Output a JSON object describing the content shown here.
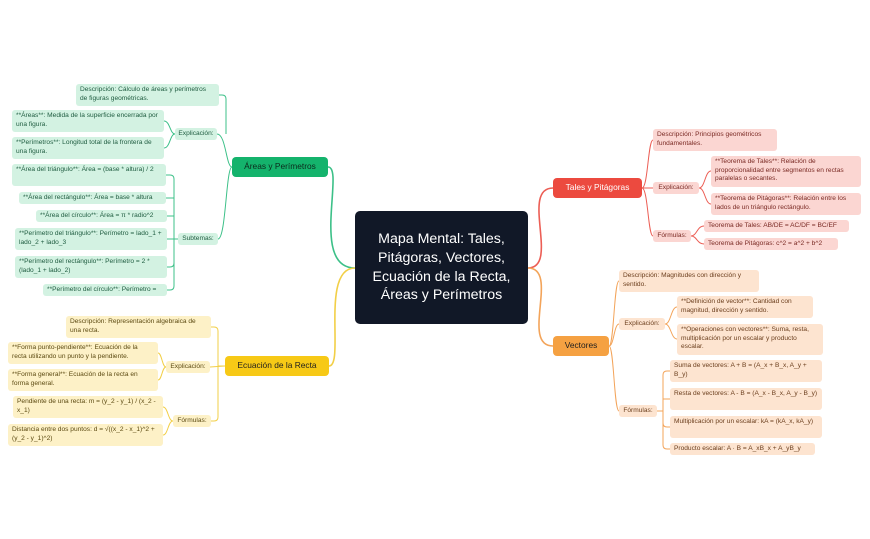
{
  "center": {
    "title": "Mapa Mental: Tales, Pitágoras, Vectores, Ecuación de la Recta, Áreas y Perímetros"
  },
  "areas": {
    "label": "Áreas y Perímetros",
    "descripcion": "Descripción: Cálculo de áreas y perímetros de figuras geométricas.",
    "explicacion_label": "Explicación:",
    "explicacion": [
      "**Áreas**: Medida de la superficie encerrada por una figura.",
      "**Perímetros**: Longitud total de la frontera de una figura."
    ],
    "subtemas_label": "Subtemas:",
    "subtemas": [
      "**Área del triángulo**: Área = (base * altura) / 2",
      "**Área del rectángulo**: Área = base * altura",
      "**Área del círculo**: Área = π * radio^2",
      "**Perímetro del triángulo**: Perímetro = lado_1 + lado_2 + lado_3",
      "**Perímetro del rectángulo**: Perímetro = 2 * (lado_1 + lado_2)",
      "**Perímetro del círculo**: Perímetro ="
    ]
  },
  "tales": {
    "label": "Tales y Pitágoras",
    "descripcion": "Descripción: Principios geométricos fundamentales.",
    "explicacion_label": "Explicación:",
    "explicacion": [
      "**Teorema de Tales**: Relación de proporcionalidad entre segmentos en rectas paralelas o secantes.",
      "**Teorema de Pitágoras**: Relación entre los lados de un triángulo rectángulo."
    ],
    "formulas_label": "Fórmulas:",
    "formulas": [
      "Teorema de Tales: AB/DE = AC/DF = BC/EF",
      "Teorema de Pitágoras: c^2 = a^2 + b^2"
    ]
  },
  "vectores": {
    "label": "Vectores",
    "descripcion": "Descripción: Magnitudes con dirección y sentido.",
    "explicacion_label": "Explicación:",
    "explicacion": [
      "**Definición de vector**: Cantidad con magnitud, dirección y sentido.",
      "**Operaciones con vectores**: Suma, resta, multiplicación por un escalar y producto escalar."
    ],
    "formulas_label": "Fórmulas:",
    "formulas": [
      "Suma de vectores: A + B = (A_x + B_x, A_y + B_y)",
      "Resta de vectores: A - B = (A_x - B_x, A_y - B_y)",
      "Multiplicación por un escalar: kA = (kA_x, kA_y)",
      "Producto escalar: A · B = A_xB_x + A_yB_y"
    ]
  },
  "recta": {
    "label": "Ecuación de la Recta",
    "descripcion": "Descripción: Representación algebraica de una recta.",
    "explicacion_label": "Explicación:",
    "explicacion": [
      "**Forma punto-pendiente**: Ecuación de la recta utilizando un punto y la pendiente.",
      "**Forma general**: Ecuación de la recta en forma general."
    ],
    "formulas_label": "Fórmulas:",
    "formulas": [
      "Pendiente de una recta: m = (y_2 - y_1) / (x_2 - x_1)",
      "Distancia entre dos puntos: d = √((x_2 - x_1)^2 + (y_2 - y_1)^2)"
    ]
  },
  "colors": {
    "green": "#14b36c",
    "green_line": "#3cc088",
    "red": "#ec4a3f",
    "red_line": "#ec5e55",
    "orange": "#f5a142",
    "orange_line": "#f3a45a",
    "yellow": "#f7c916",
    "yellow_line": "#f2cf47",
    "center": "#111827"
  }
}
